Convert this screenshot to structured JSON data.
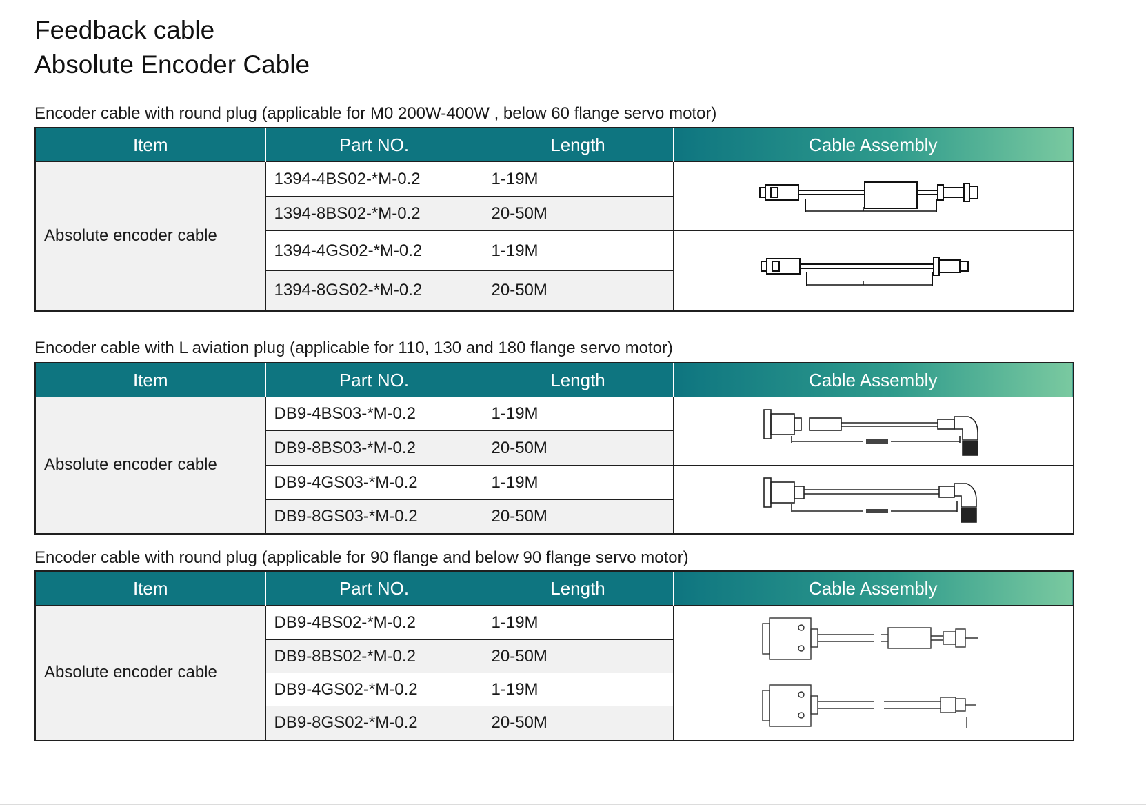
{
  "page": {
    "title_line1": "Feedback cable",
    "title_line2": "Absolute Encoder Cable"
  },
  "header_colors": {
    "primary": "#0e7580",
    "gradient_end": "#7ac9a0"
  },
  "tables": [
    {
      "caption": "Encoder cable with round plug (applicable for M0 200W-400W , below 60 flange servo motor)",
      "headers": [
        "Item",
        "Part NO.",
        "Length",
        "Cable Assembly"
      ],
      "item": "Absolute encoder cable",
      "rows": [
        {
          "part": "1394-4BS02-*M-0.2",
          "length": "1-19M"
        },
        {
          "part": "1394-8BS02-*M-0.2",
          "length": "20-50M"
        },
        {
          "part": "1394-4GS02-*M-0.2",
          "length": "1-19M"
        },
        {
          "part": "1394-8GS02-*M-0.2",
          "length": "20-50M"
        }
      ],
      "drawings": [
        "round-plug-cable-with-battery-box-icon",
        "round-plug-cable-icon"
      ]
    },
    {
      "caption": "Encoder cable with L aviation plug (applicable for 110, 130 and 180 flange servo motor)",
      "headers": [
        "Item",
        "Part NO.",
        "Length",
        "Cable Assembly"
      ],
      "item": "Absolute encoder cable",
      "rows": [
        {
          "part": "DB9-4BS03-*M-0.2",
          "length": "1-19M"
        },
        {
          "part": "DB9-8BS03-*M-0.2",
          "length": "20-50M"
        },
        {
          "part": "DB9-4GS03-*M-0.2",
          "length": "1-19M"
        },
        {
          "part": "DB9-8GS03-*M-0.2",
          "length": "20-50M"
        }
      ],
      "drawings": [
        "db9-l-aviation-cable-with-battery-box-icon",
        "db9-l-aviation-cable-icon"
      ]
    },
    {
      "caption": "Encoder cable with round plug (applicable for 90 flange and below 90 flange servo motor)",
      "headers": [
        "Item",
        "Part NO.",
        "Length",
        "Cable Assembly"
      ],
      "item": "Absolute encoder cable",
      "rows": [
        {
          "part": "DB9-4BS02-*M-0.2",
          "length": "1-19M"
        },
        {
          "part": "DB9-8BS02-*M-0.2",
          "length": "20-50M"
        },
        {
          "part": "DB9-4GS02-*M-0.2",
          "length": "1-19M"
        },
        {
          "part": "DB9-8GS02-*M-0.2",
          "length": "20-50M"
        }
      ],
      "drawings": [
        "db9-round-plug-cable-with-battery-box-icon",
        "db9-round-plug-cable-icon"
      ]
    }
  ]
}
